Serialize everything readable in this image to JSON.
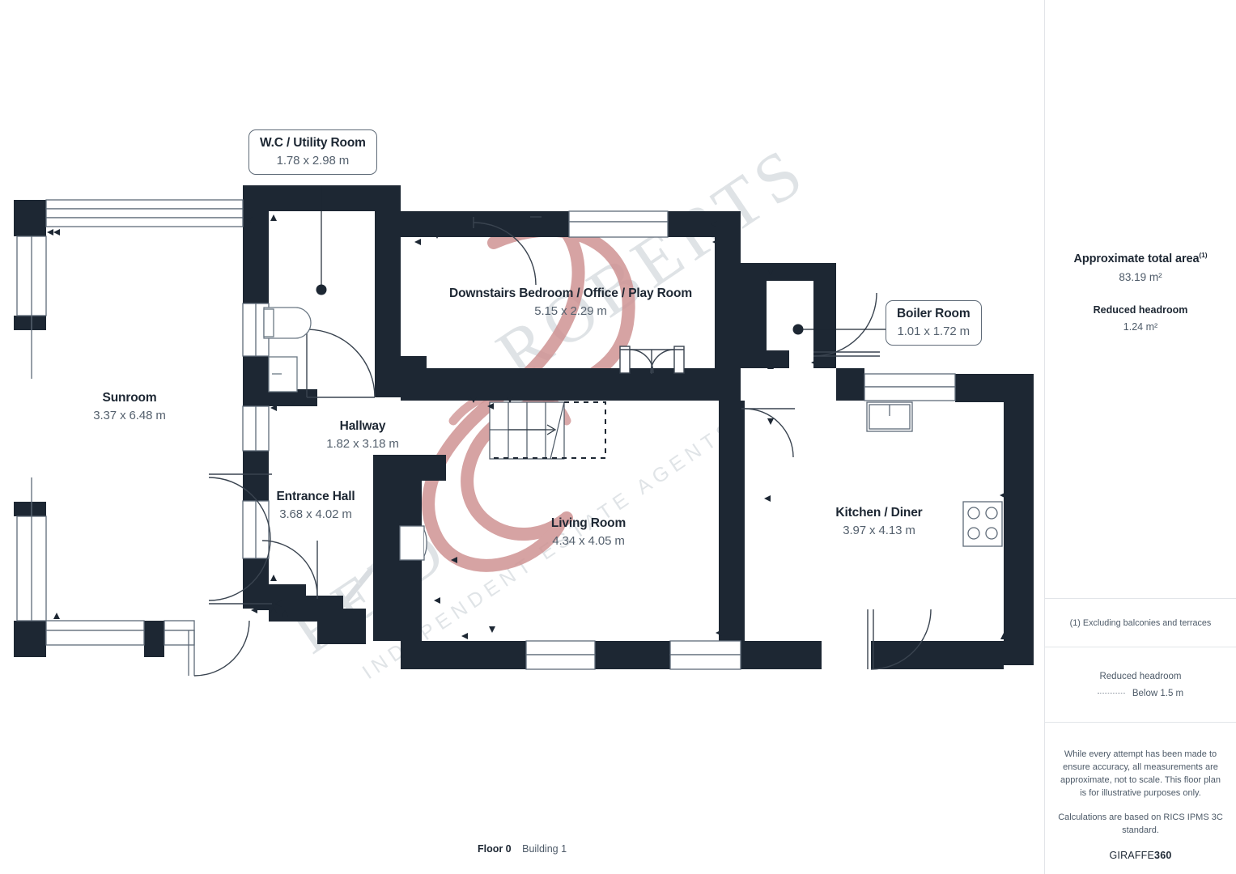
{
  "document": {
    "type": "floor-plan",
    "footer": {
      "floor": "Floor 0",
      "building": "Building 1"
    }
  },
  "rooms": [
    {
      "id": "wc-utility",
      "name": "W.C / Utility Room",
      "dimensions": "1.78 x 2.98 m",
      "style": "callout"
    },
    {
      "id": "bedroom",
      "name": "Downstairs Bedroom / Office / Play Room",
      "dimensions": "5.15 x 2.29 m",
      "style": "plain"
    },
    {
      "id": "boiler",
      "name": "Boiler Room",
      "dimensions": "1.01 x 1.72 m",
      "style": "callout"
    },
    {
      "id": "sunroom",
      "name": "Sunroom",
      "dimensions": "3.37 x 6.48 m",
      "style": "plain"
    },
    {
      "id": "hallway",
      "name": "Hallway",
      "dimensions": "1.82 x 3.18 m",
      "style": "plain"
    },
    {
      "id": "entrance",
      "name": "Entrance Hall",
      "dimensions": "3.68 x 4.02 m",
      "style": "plain"
    },
    {
      "id": "living",
      "name": "Living Room",
      "dimensions": "4.34 x 4.05 m",
      "style": "plain"
    },
    {
      "id": "kitchen",
      "name": "Kitchen / Diner",
      "dimensions": "3.97 x 4.13 m",
      "style": "plain"
    }
  ],
  "panel": {
    "total_area_label": "Approximate total area",
    "total_area_footnote": "(1)",
    "total_area_value": "83.19 m²",
    "reduced_headroom_label": "Reduced headroom",
    "reduced_headroom_value": "1.24 m²",
    "footnote": "(1) Excluding balconies and terraces",
    "legend_title": "Reduced headroom",
    "legend_item": "Below 1.5 m",
    "disclaimer_1": "While every attempt has been made to ensure accuracy, all measurements are approximate, not to scale. This floor plan is for illustrative purposes only.",
    "disclaimer_2": "Calculations are based on RICS IPMS 3C standard.",
    "brand_prefix": "GIRAFFE",
    "brand_suffix": "360"
  },
  "watermark": {
    "line1": "REID & ROBERTS",
    "line2": "INDEPENDENT ESTATE AGENTS"
  },
  "colors": {
    "wall": "#1d2733",
    "text_dark": "#1d2733",
    "text_muted": "#55616e",
    "panel_border": "#e2e5e9",
    "watermark_red": "#c98d8d",
    "watermark_grey": "#d9dde1"
  }
}
